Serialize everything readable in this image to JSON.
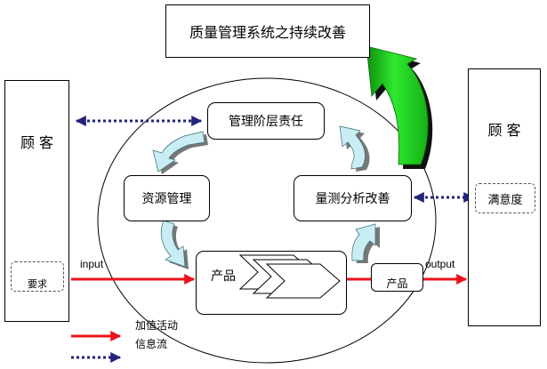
{
  "title": "质量管理系统之持续改善",
  "customer_left": "顾 客",
  "customer_right": "顾 客",
  "requirements": "要求",
  "satisfaction": "满意度",
  "management_responsibility": "管理阶层责任",
  "resource_management": "资源管理",
  "measurement_analysis_improvement": "量测分析改善",
  "product_realization": "产品",
  "product_output": "产品",
  "input_label": "input",
  "output_label": "output",
  "legend": {
    "value_added": "加值活动",
    "information_flow": "信息流"
  },
  "colors": {
    "value_added_arrow": "#e8131a",
    "information_arrow": "#23237a",
    "improvement_arrow": "#22dd22",
    "cycle_arrow": "#c8eef3"
  }
}
